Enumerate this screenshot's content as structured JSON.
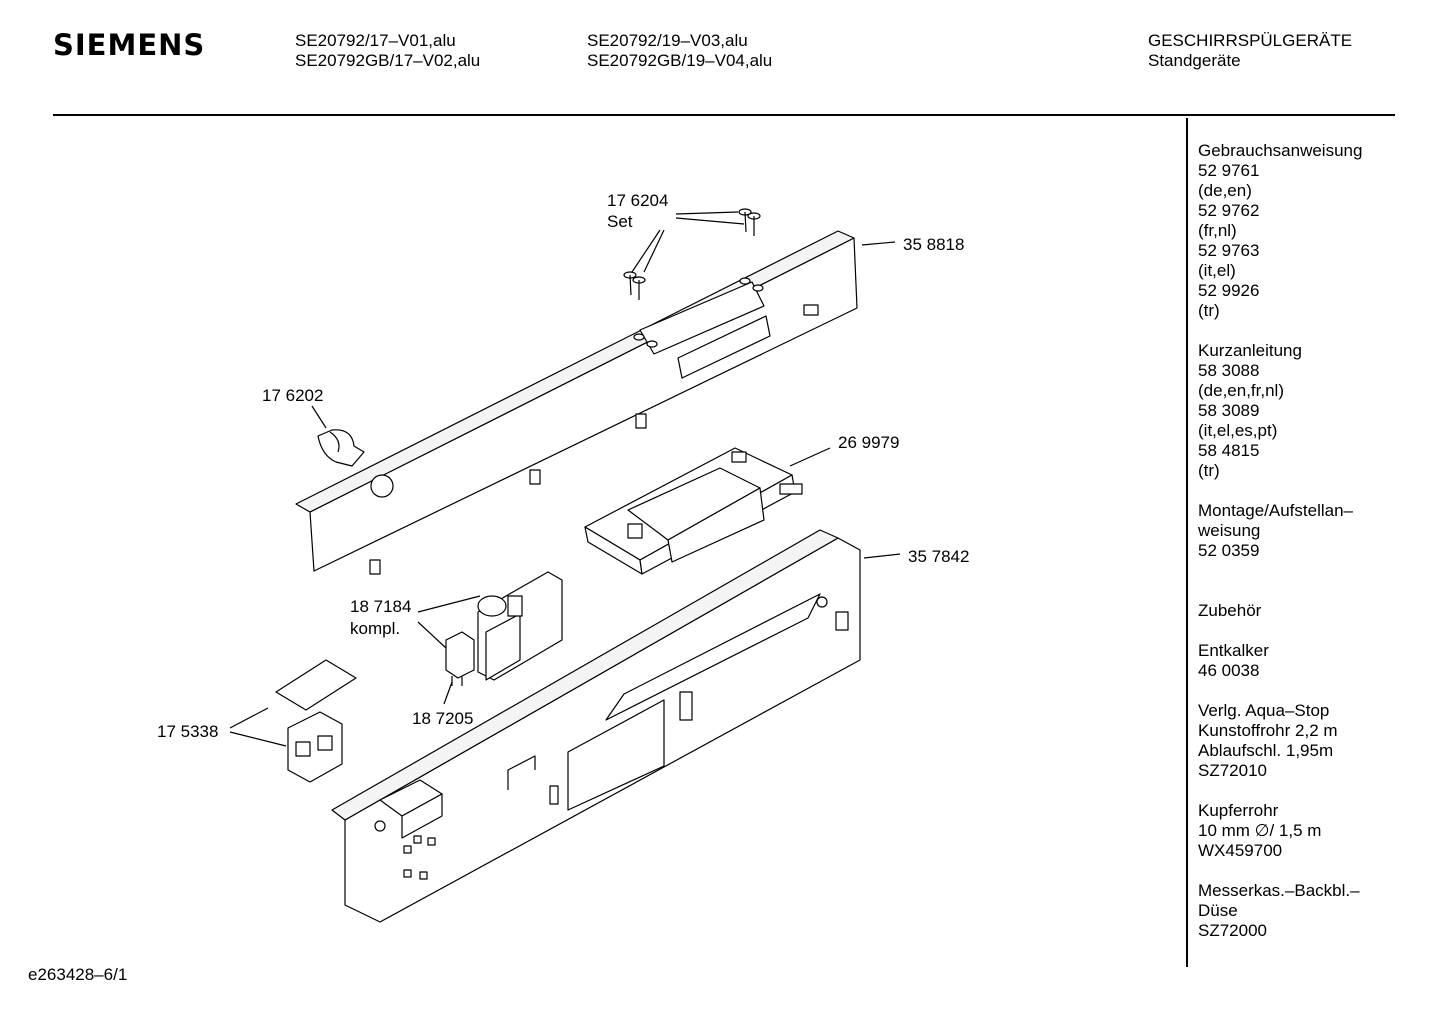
{
  "brand": "SIEMENS",
  "header": {
    "models_col1": [
      "SE20792/17–V01,alu",
      "SE20792GB/17–V02,alu"
    ],
    "models_col2": [
      "SE20792/19–V03,alu",
      "SE20792GB/19–V04,alu"
    ],
    "category": [
      "GESCHIRRSPÜLGERÄTE",
      "Standgeräte"
    ]
  },
  "sidebar": {
    "groups": [
      {
        "lines": [
          "Gebrauchsanweisung",
          "52 9761",
          "(de,en)",
          "52 9762",
          "(fr,nl)",
          "52 9763",
          "(it,el)",
          "52 9926",
          "(tr)"
        ]
      },
      {
        "lines": [
          "Kurzanleitung",
          "58 3088",
          "(de,en,fr,nl)",
          "58 3089",
          "(it,el,es,pt)",
          "58 4815",
          "(tr)"
        ]
      },
      {
        "lines": [
          "Montage/Aufstellan–",
          "weisung",
          "52 0359"
        ]
      },
      {
        "lines": [
          "Zubehör"
        ]
      },
      {
        "lines": [
          "Entkalker",
          "46 0038"
        ]
      },
      {
        "lines": [
          "Verlg. Aqua–Stop",
          "Kunstoffrohr 2,2 m",
          "Ablaufschl. 1,95m",
          "SZ72010"
        ]
      },
      {
        "lines": [
          "Kupferrohr",
          "10 mm ∅/ 1,5 m",
          "WX459700"
        ]
      },
      {
        "lines": [
          "Messerkas.–Backbl.–",
          "Düse",
          "SZ72000"
        ]
      }
    ]
  },
  "parts": {
    "p176204": "17 6204",
    "p176204_sub": "Set",
    "p358818": "35 8818",
    "p176202": "17 6202",
    "p269979": "26 9979",
    "p357842": "35 7842",
    "p187184": "18 7184",
    "p187184_sub": "kompl.",
    "p187205": "18 7205",
    "p175338": "17 5338"
  },
  "footer": "e263428–6/1"
}
